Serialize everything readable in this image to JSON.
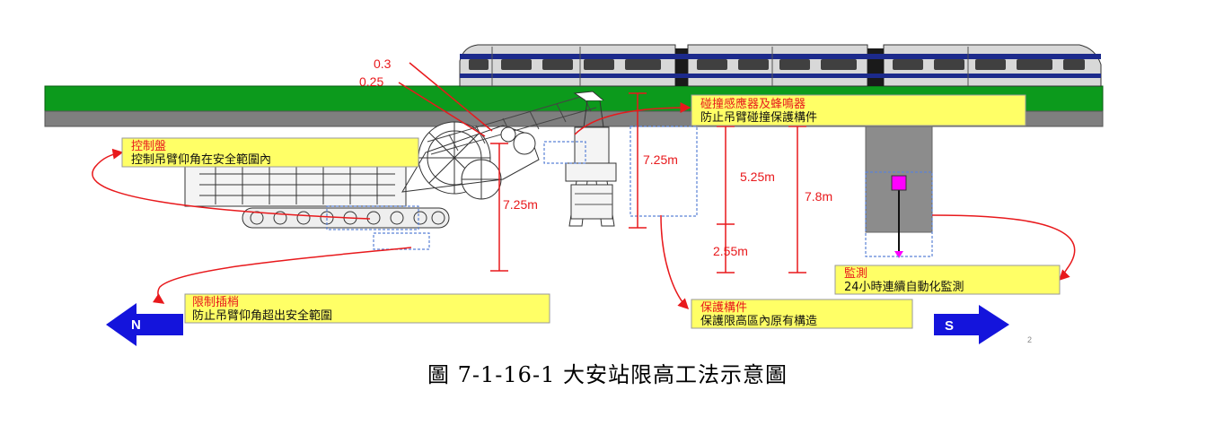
{
  "caption": "圖 7-1-16-1 大安站限高工法示意圖",
  "dimension_labels": {
    "d_0_3": "0.3",
    "d_0_25": "0.25",
    "d_725_left": "7.25m",
    "d_725_mid": "7.25m",
    "d_525": "5.25m",
    "d_78": "7.8m",
    "d_255": "2.55m"
  },
  "callouts": {
    "control_panel": {
      "title": "控制盤",
      "desc": "控制吊臂仰角在安全範圍內"
    },
    "limit_pin": {
      "title": "限制插梢",
      "desc": "防止吊臂仰角超出安全範圍"
    },
    "collision_sensor": {
      "title": "碰撞感應器及蜂鳴器",
      "desc": "防止吊臂碰撞保護構件"
    },
    "protective_member": {
      "title": "保護構件",
      "desc": "保護限高區內原有構造"
    },
    "monitoring": {
      "title": "監測",
      "desc": "24小時連續自動化監測"
    }
  },
  "directions": {
    "north": "N",
    "south": "S"
  },
  "page_number": "2",
  "colors": {
    "deck_green": "#0c9a1c",
    "deck_grey": "#7f7f7f",
    "callout_fill": "#ffff66",
    "accent_red": "#e8191c",
    "arrow_blue": "#1414dc",
    "train_stripe": "#1c2a8c",
    "monitor_marker": "#ff00ff"
  }
}
